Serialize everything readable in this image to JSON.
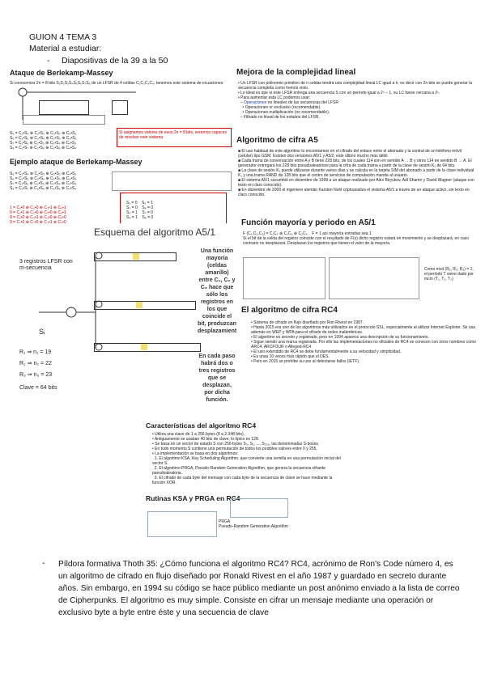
{
  "header": {
    "line1": "GUION 4 TEMA 3",
    "line2": "Material a estudiar:",
    "bullet": "-",
    "line3": "Diapositivas de la 39 a la 50"
  },
  "slides": {
    "berlekamp_title": "Ataque de Berlekamp-Massey",
    "berlekamp_intro": "Si conocemos 2n = 8 bits S₁S₂S₃S₄S₅S₆S₇S₈ de un LFSR de 4 celdas C₁C₂C₃C₄, tenemos este sistema de ecuaciones:",
    "berlekamp_example_title": "Ejemplo ataque de Berlekamp-Massey",
    "berlekamp_note": "Si asignamos valores de esos 2n = 8 bits, seremos capaces de resolver este sistema",
    "mejora_title": "Mejora de la complejidad lineal",
    "a5_title": "Algoritmo de cifra A5",
    "esquema_title": "Esquema del algoritmo A5/1",
    "esquema_registers": "3 registros LFSR con m-secuencia",
    "esquema_r1": "R₁ ⇒ n₁ = 19",
    "esquema_r2": "R₂ ⇒ n₂ = 22",
    "esquema_r3": "R₃ ⇒ n₃ = 23",
    "esquema_clave": "Clave = 64 bits",
    "esquema_si": "Sᵢ",
    "esquema_side": "Una función mayoría (celdas amarillo) entre C₁, C₂ y C₃ hace que sólo los registros en los que coincide el bit, produzcan desplazamiento.",
    "esquema_side2": "En cada paso habrá dos o tres registros que se desplazan, por dicha función.",
    "mayoria_title": "Función mayoría y periodo en A5/1",
    "rc4_title": "El algoritmo de cifra RC4",
    "rc4_char_title": "Características del algoritmo RC4",
    "rc4_ksa_title": "Rutinas KSA y PRGA en RC4"
  },
  "body": {
    "bullet": "-",
    "paragraph": "Píldora formativa Thoth 35: ¿Cómo funciona el algoritmo RC4? RC4, acrónimo de Ron's Code número 4, es un algoritmo de cifrado en flujo diseñado por Ronald Rivest en el año 1987 y guardado en secreto durante años. Sin embargo, en 1994 su código se hace público mediante un post anónimo enviado a la lista de correo de Cipherpunks. El algoritmo es muy simple. Consiste en cifrar un mensaje mediante una operación or exclusivo byte a byte entre éste y una secuencia de clave"
  }
}
